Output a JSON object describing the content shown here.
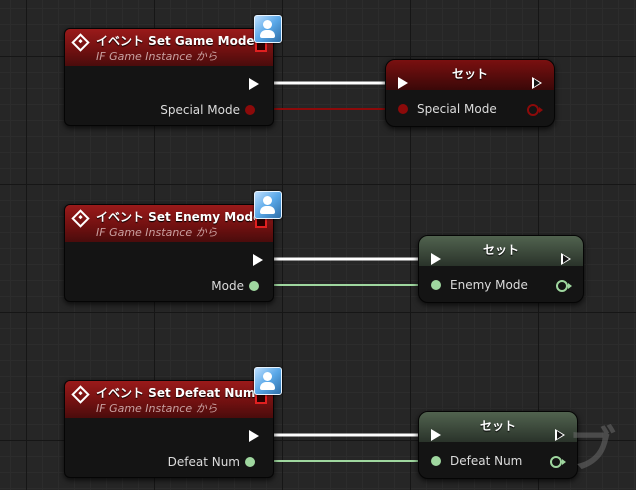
{
  "colors": {
    "exec_wire": "#ffffff",
    "enum_pin": "#8c0a0a",
    "integer_pin": "#9fd79f",
    "event_header": "#9a1a1a",
    "delegate_pin": "#e02020"
  },
  "blocks": [
    {
      "event": {
        "title": "イベント Set Game Mode",
        "subtitle": "IF Game Instance から",
        "pin_label": "Special Mode"
      },
      "setter": {
        "title": "セット",
        "pin_label": "Special Mode"
      },
      "pin_type": "enum"
    },
    {
      "event": {
        "title": "イベント Set Enemy Mode",
        "subtitle": "IF Game Instance から",
        "pin_label": "Mode"
      },
      "setter": {
        "title": "セット",
        "pin_label": "Enemy Mode"
      },
      "pin_type": "integer"
    },
    {
      "event": {
        "title": "イベント Set Defeat Num",
        "subtitle": "IF Game Instance から",
        "pin_label": "Defeat Num"
      },
      "setter": {
        "title": "セット",
        "pin_label": "Defeat Num"
      },
      "pin_type": "integer"
    }
  ],
  "watermark_text": "ブ"
}
